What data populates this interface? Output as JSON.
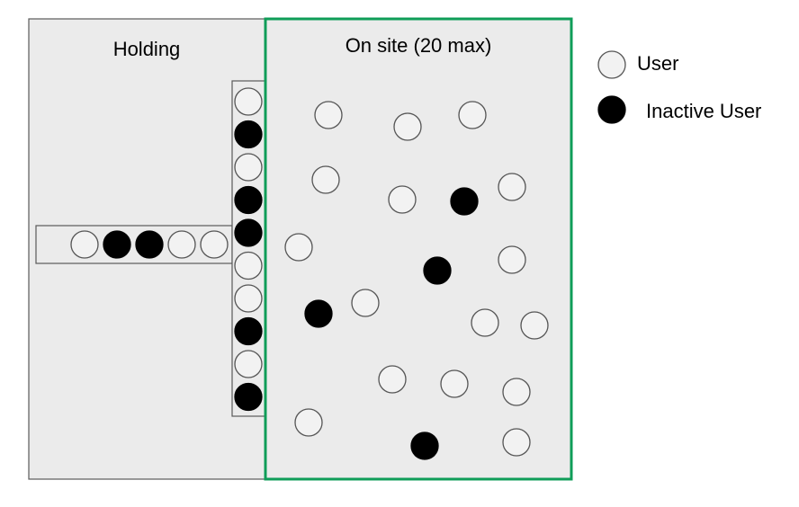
{
  "holding": {
    "title": "Holding",
    "horizontal_queue": [
      "user",
      "inactive",
      "inactive",
      "user",
      "user"
    ],
    "vertical_queue": [
      "user",
      "inactive",
      "user",
      "inactive",
      "inactive",
      "user",
      "user",
      "inactive",
      "user",
      "inactive"
    ]
  },
  "on_site": {
    "title": "On site (20 max)",
    "users": [
      "user",
      "user",
      "user",
      "user",
      "user",
      "inactive",
      "user",
      "user",
      "inactive",
      "user",
      "inactive",
      "user",
      "user",
      "user",
      "user",
      "user",
      "user",
      "user",
      "inactive",
      "user"
    ]
  },
  "legend": {
    "items": [
      {
        "label": "User",
        "kind": "user"
      },
      {
        "label": "Inactive User",
        "kind": "inactive"
      }
    ]
  },
  "colors": {
    "panel_fill": "#ebebeb",
    "panel_border": "#595959",
    "onsite_border": "#0f9d58",
    "user_fill": "#f2f2f2",
    "inactive_fill": "#000000",
    "circle_stroke": "#555555"
  }
}
